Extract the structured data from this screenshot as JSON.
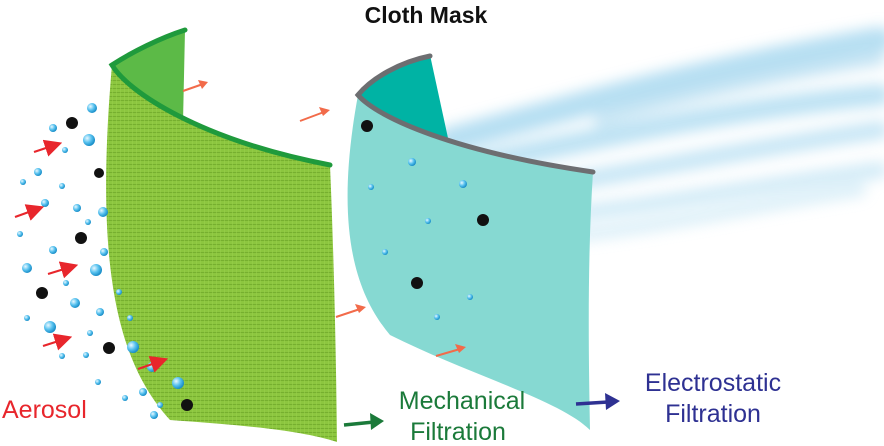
{
  "title": "Cloth Mask",
  "labels": {
    "aerosol": "Aerosol",
    "mechanical_line1": "Mechanical",
    "mechanical_line2": "Filtration",
    "electrostatic_line1": "Electrostatic",
    "electrostatic_line2": "Filtration"
  },
  "colors": {
    "aerosol": "#e8262c",
    "mechanical": "#1b7a3a",
    "electrostatic": "#2e3192",
    "green_layer": "#8cc63f",
    "green_edge": "#1f9a3c",
    "teal_layer": "#86d9d2",
    "teal_edge": "#6d6e71",
    "teal_cap": "#00b3a4",
    "arrow_red": "#e8262c",
    "arrow_orange": "#f26b4a",
    "particle_black": "#111111",
    "particle_blue": "#2aa9e0"
  }
}
